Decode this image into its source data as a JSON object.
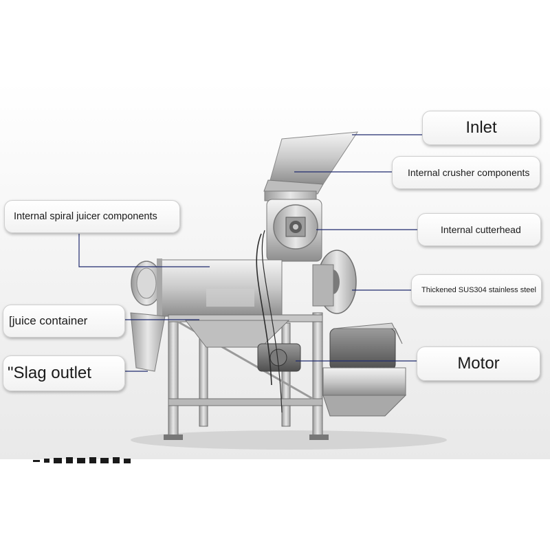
{
  "labels": {
    "inlet": "Inlet",
    "crusher": "Internal crusher components",
    "spiral": "Internal spiral juicer components",
    "cutterhead": "Internal cutterhead",
    "steel": "Thickened SUS304 stainless steel",
    "juice": "[juice container",
    "motor": "Motor",
    "slag": "\"Slag outlet"
  },
  "colors": {
    "leader_line": "#1f2a6e",
    "steel_light": "#e6e6e6",
    "steel_mid": "#b9b9b9",
    "steel_dark": "#6f6f6f"
  }
}
